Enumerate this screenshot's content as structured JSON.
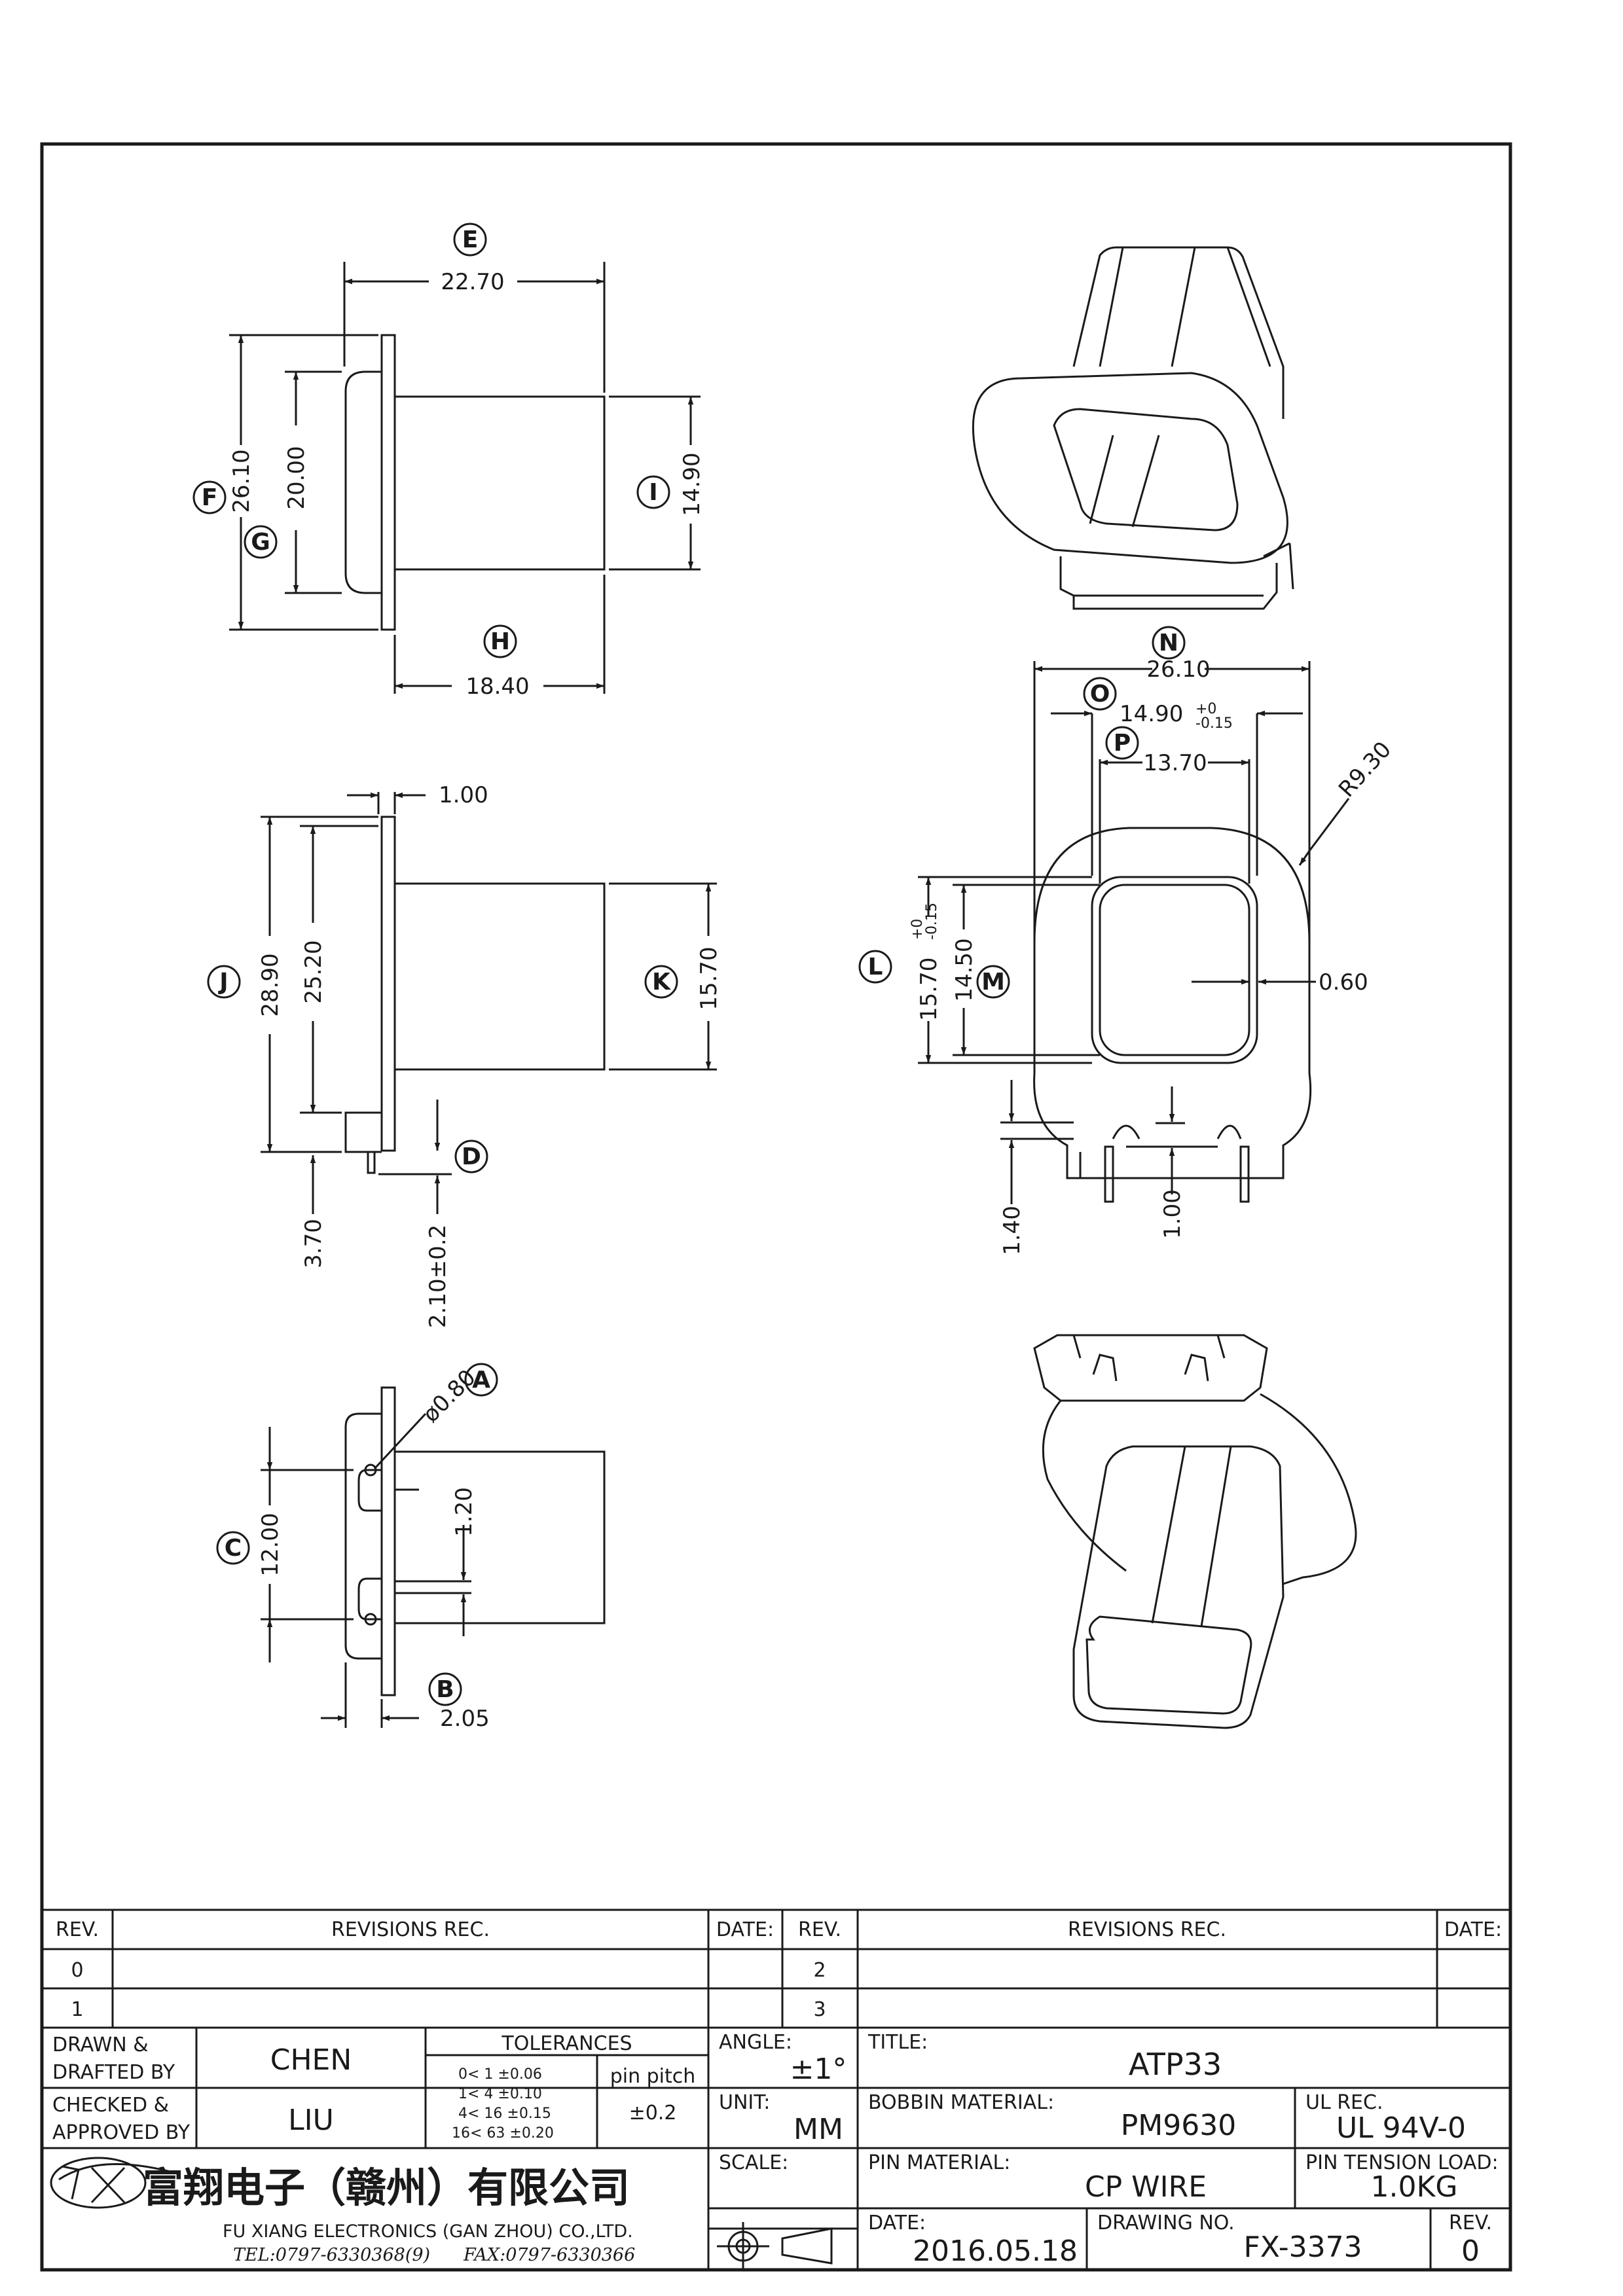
{
  "dimensions": {
    "e": "22.70",
    "f": "26.10",
    "g": "20.00",
    "i": "14.90",
    "h": "18.40",
    "flange": "1.00",
    "j": "28.90",
    "j_inner": "25.20",
    "k": "15.70",
    "pin_len": "3.70",
    "d": "2.10±0.2",
    "a": "ø0.80",
    "c": "12.00",
    "c_inner": "1.20",
    "b": "2.05",
    "n": "26.10",
    "o_main": "14.90",
    "o_tol_plus": "+0",
    "o_tol_minus": "-0.15",
    "p": "13.70",
    "radius": "R9.30",
    "l_main": "15.70",
    "l_tol_plus": "+0",
    "l_tol_minus": "-0.15",
    "m": "14.50",
    "wall": "0.60",
    "foot": "1.40",
    "step": "1.00"
  },
  "callouts": [
    "A",
    "B",
    "C",
    "D",
    "E",
    "F",
    "G",
    "H",
    "I",
    "J",
    "K",
    "L",
    "M",
    "N",
    "O",
    "P"
  ],
  "title_block": {
    "rev_header": "REV.",
    "revisions_header": "REVISIONS   REC.",
    "date_header": "DATE:",
    "rev_rows_left": [
      "0",
      "1"
    ],
    "rev_rows_right": [
      "2",
      "3"
    ],
    "drawn_label_1": "DRAWN &",
    "drawn_label_2": "DRAFTED BY",
    "drawn_value": "CHEN",
    "checked_label_1": "CHECKED &",
    "checked_label_2": "APPROVED BY",
    "checked_value": "LIU",
    "tolerances_title": "TOLERANCES",
    "tolerances_rows": [
      "0<  1   ±0.06",
      "1<  4   ±0.10",
      "4<  16  ±0.15",
      "16<  63  ±0.20"
    ],
    "pin_pitch_label": "pin pitch",
    "pin_pitch_value": "±0.2",
    "angle_label": "ANGLE:",
    "angle_value": "±1°",
    "unit_label": "UNIT:",
    "unit_value": "MM",
    "scale_label": "SCALE:",
    "title_label": "TITLE:",
    "title_value": "ATP33",
    "bobbin_label": "BOBBIN MATERIAL:",
    "bobbin_value": "PM9630",
    "ul_label": "UL REC.",
    "ul_value": "UL 94V-0",
    "pin_material_label": "PIN MATERIAL:",
    "pin_material_value": "CP WIRE",
    "pin_tension_label": "PIN TENSION LOAD:",
    "pin_tension_value": "1.0KG",
    "date_label": "DATE:",
    "date_value": "2016.05.18",
    "drawing_no_label": "DRAWING NO.",
    "drawing_no_value": "FX-3373",
    "rev_label": "REV.",
    "rev_value": "0",
    "company_cn": "富翔电子（赣州）有限公司",
    "company_en": "FU XIANG ELECTRONICS (GAN ZHOU) CO.,LTD.",
    "tel": "TEL:0797-6330368(9)",
    "fax": "FAX:0797-6330366"
  }
}
